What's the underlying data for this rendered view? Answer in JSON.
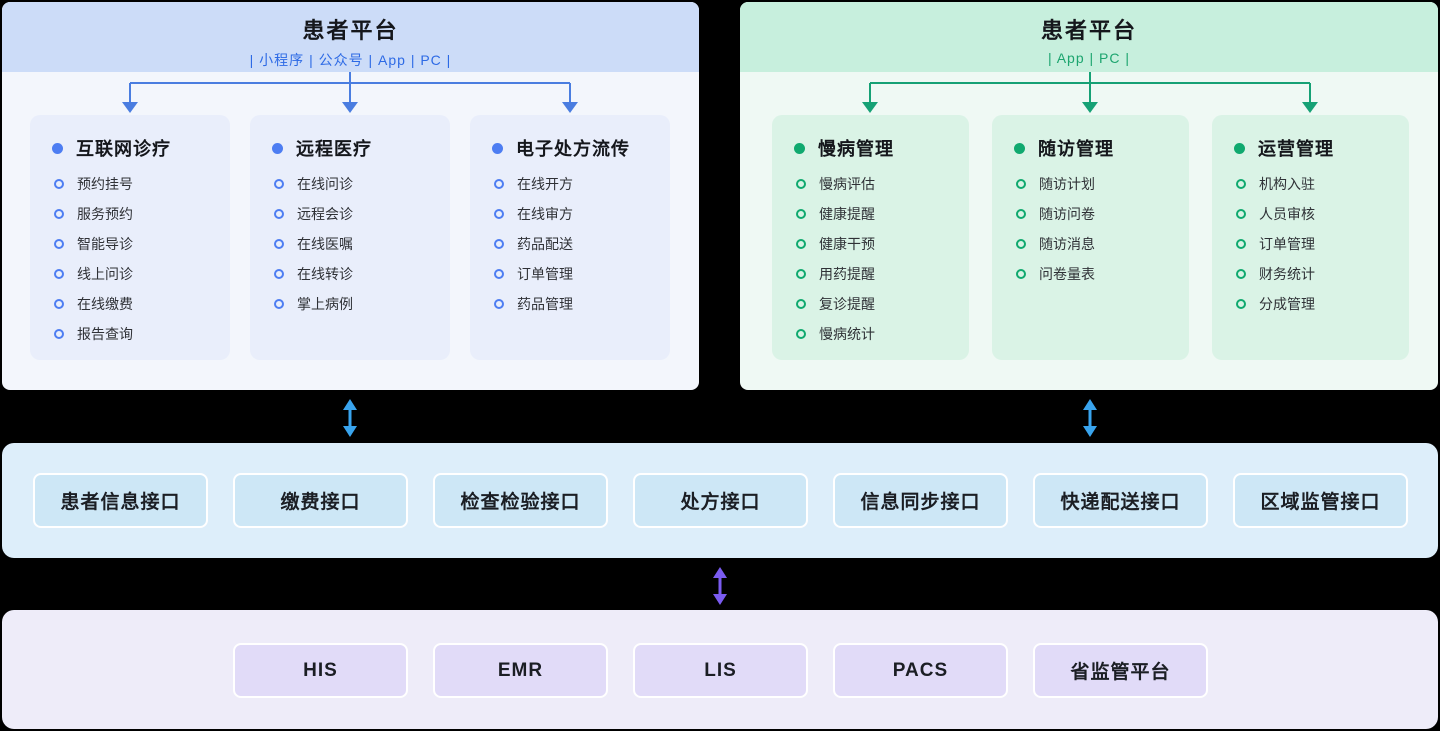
{
  "platforms": [
    {
      "title": "患者平台",
      "subtitle": "| 小程序 | 公众号 | App | PC |",
      "colors": {
        "header_bg": "#ccdcf8",
        "body_bg": "#f3f6fc",
        "card_bg": "#e9eefb",
        "subtitle": "#2d6ae5",
        "connector": "#4a7de0",
        "bullet": "#4d7df2",
        "ring": "#4d7df2"
      },
      "columns": [
        {
          "title": "互联网诊疗",
          "items": [
            "预约挂号",
            "服务预约",
            "智能导诊",
            "线上问诊",
            "在线缴费",
            "报告查询"
          ]
        },
        {
          "title": "远程医疗",
          "items": [
            "在线问诊",
            "远程会诊",
            "在线医嘱",
            "在线转诊",
            "掌上病例"
          ]
        },
        {
          "title": "电子处方流传",
          "items": [
            "在线开方",
            "在线审方",
            "药品配送",
            "订单管理",
            "药品管理"
          ]
        }
      ]
    },
    {
      "title": "患者平台",
      "subtitle": "| App | PC |",
      "colors": {
        "header_bg": "#c7efdd",
        "body_bg": "#eff9f4",
        "card_bg": "#daf3e6",
        "subtitle": "#1da56f",
        "connector": "#16a175",
        "bullet": "#10a96f",
        "ring": "#10a96f"
      },
      "columns": [
        {
          "title": "慢病管理",
          "items": [
            "慢病评估",
            "健康提醒",
            "健康干预",
            "用药提醒",
            "复诊提醒",
            "慢病统计"
          ]
        },
        {
          "title": "随访管理",
          "items": [
            "随访计划",
            "随访问卷",
            "随访消息",
            "问卷量表"
          ]
        },
        {
          "title": "运营管理",
          "items": [
            "机构入驻",
            "人员审核",
            "订单管理",
            "财务统计",
            "分成管理"
          ]
        }
      ]
    }
  ],
  "interface_band": {
    "bg": "#ddeefa",
    "box_bg": "#cde7f6",
    "boxes": [
      "患者信息接口",
      "缴费接口",
      "检查检验接口",
      "处方接口",
      "信息同步接口",
      "快递配送接口",
      "区域监管接口"
    ]
  },
  "systems_band": {
    "bg": "#eeecf9",
    "box_bg": "#e1dbf8",
    "boxes": [
      "HIS",
      "EMR",
      "LIS",
      "PACS",
      "省监管平台"
    ]
  },
  "arrows": {
    "blue": "#39a4ee",
    "purple": "#7a5bf0"
  }
}
